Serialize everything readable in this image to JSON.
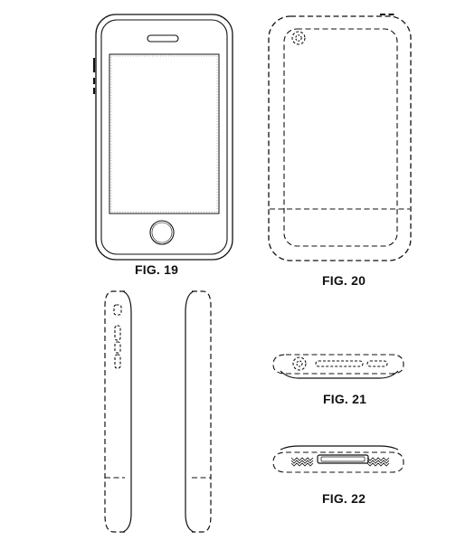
{
  "figures": {
    "fig19": {
      "label": "FIG. 19"
    },
    "fig20": {
      "label": "FIG. 20"
    },
    "fig21": {
      "label": "FIG. 21"
    },
    "fig22": {
      "label": "FIG. 22"
    }
  },
  "colors": {
    "ink": "#111111",
    "paper": "#ffffff"
  }
}
